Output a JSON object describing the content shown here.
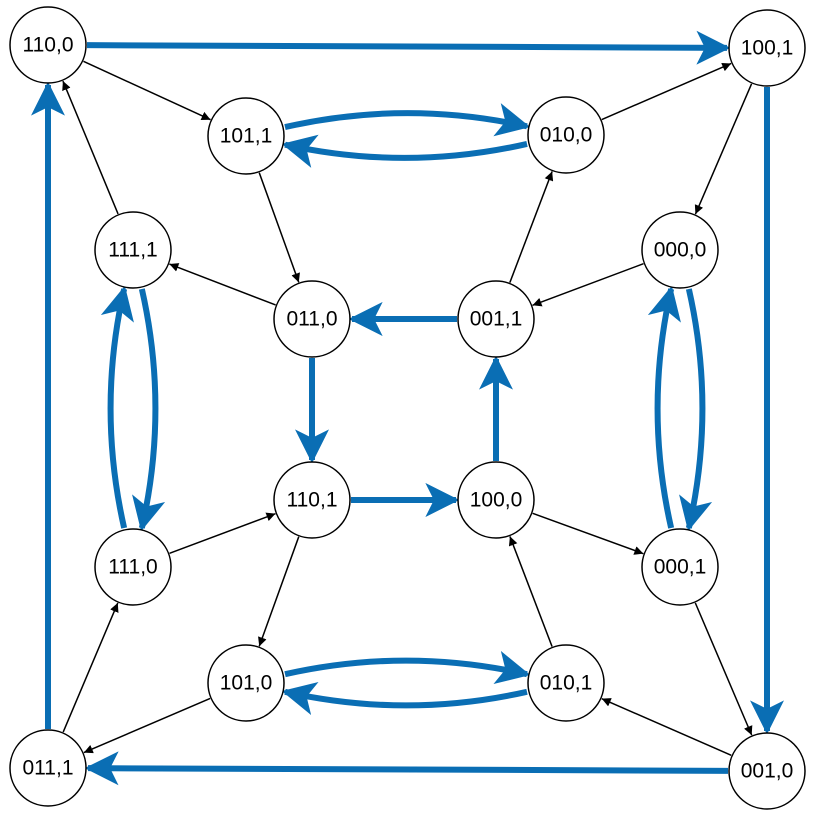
{
  "colors": {
    "thick_edge": "#0a6eb4",
    "thin_edge": "#000000",
    "node_stroke": "#000000"
  },
  "nodes": [
    {
      "id": "n110_0",
      "label": "110,0"
    },
    {
      "id": "n100_1",
      "label": "100,1"
    },
    {
      "id": "n101_1",
      "label": "101,1"
    },
    {
      "id": "n010_0",
      "label": "010,0"
    },
    {
      "id": "n111_1",
      "label": "111,1"
    },
    {
      "id": "n000_0",
      "label": "000,0"
    },
    {
      "id": "n011_0",
      "label": "011,0"
    },
    {
      "id": "n001_1",
      "label": "001,1"
    },
    {
      "id": "n110_1",
      "label": "110,1"
    },
    {
      "id": "n100_0",
      "label": "100,0"
    },
    {
      "id": "n111_0",
      "label": "111,0"
    },
    {
      "id": "n000_1",
      "label": "000,1"
    },
    {
      "id": "n101_0",
      "label": "101,0"
    },
    {
      "id": "n010_1",
      "label": "010,1"
    },
    {
      "id": "n011_1",
      "label": "011,1"
    },
    {
      "id": "n001_0",
      "label": "001,0"
    }
  ],
  "edges": [
    {
      "from": "n110_0",
      "to": "n100_1",
      "style": "thick"
    },
    {
      "from": "n100_1",
      "to": "n001_0",
      "style": "thick"
    },
    {
      "from": "n001_0",
      "to": "n011_1",
      "style": "thick"
    },
    {
      "from": "n011_1",
      "to": "n110_0",
      "style": "thick"
    },
    {
      "from": "n010_0",
      "to": "n101_1",
      "style": "thick"
    },
    {
      "from": "n101_1",
      "to": "n010_0",
      "style": "thick"
    },
    {
      "from": "n010_1",
      "to": "n101_0",
      "style": "thick"
    },
    {
      "from": "n101_0",
      "to": "n010_1",
      "style": "thick"
    },
    {
      "from": "n111_1",
      "to": "n111_0",
      "style": "thick"
    },
    {
      "from": "n111_0",
      "to": "n111_1",
      "style": "thick"
    },
    {
      "from": "n000_0",
      "to": "n000_1",
      "style": "thick"
    },
    {
      "from": "n000_1",
      "to": "n000_0",
      "style": "thick"
    },
    {
      "from": "n001_1",
      "to": "n011_0",
      "style": "thick"
    },
    {
      "from": "n011_0",
      "to": "n110_1",
      "style": "thick"
    },
    {
      "from": "n110_1",
      "to": "n100_0",
      "style": "thick"
    },
    {
      "from": "n100_0",
      "to": "n001_1",
      "style": "thick"
    },
    {
      "from": "n110_0",
      "to": "n101_1",
      "style": "thin"
    },
    {
      "from": "n010_0",
      "to": "n100_1",
      "style": "thin"
    },
    {
      "from": "n100_1",
      "to": "n000_0",
      "style": "thin"
    },
    {
      "from": "n000_0",
      "to": "n001_1",
      "style": "thin"
    },
    {
      "from": "n001_1",
      "to": "n010_0",
      "style": "thin"
    },
    {
      "from": "n101_1",
      "to": "n011_0",
      "style": "thin"
    },
    {
      "from": "n011_0",
      "to": "n111_1",
      "style": "thin"
    },
    {
      "from": "n111_1",
      "to": "n110_0",
      "style": "thin"
    },
    {
      "from": "n111_0",
      "to": "n110_1",
      "style": "thin"
    },
    {
      "from": "n110_1",
      "to": "n101_0",
      "style": "thin"
    },
    {
      "from": "n101_0",
      "to": "n011_1",
      "style": "thin"
    },
    {
      "from": "n011_1",
      "to": "n111_0",
      "style": "thin"
    },
    {
      "from": "n100_0",
      "to": "n000_1",
      "style": "thin"
    },
    {
      "from": "n000_1",
      "to": "n001_0",
      "style": "thin"
    },
    {
      "from": "n001_0",
      "to": "n010_1",
      "style": "thin"
    },
    {
      "from": "n010_1",
      "to": "n100_0",
      "style": "thin"
    }
  ]
}
